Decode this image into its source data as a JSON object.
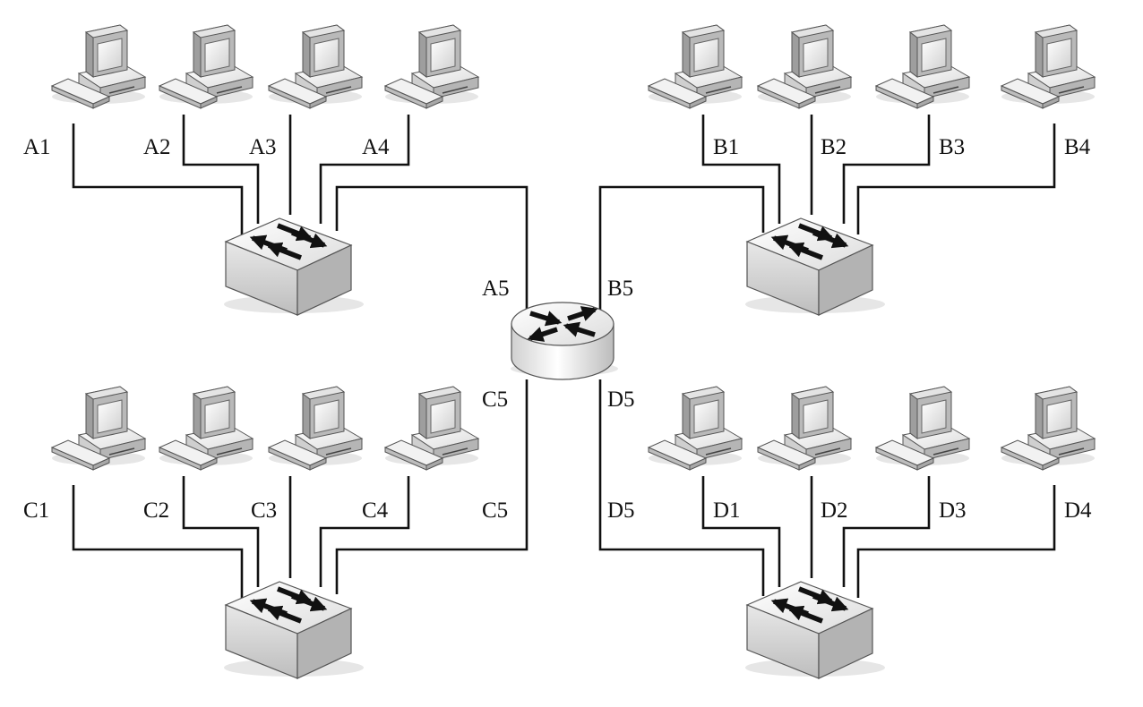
{
  "diagram": {
    "groups": {
      "A": {
        "pc_labels": [
          "A1",
          "A2",
          "A3",
          "A4"
        ],
        "uplink_labels": [
          "A5"
        ]
      },
      "B": {
        "pc_labels": [
          "B1",
          "B2",
          "B3",
          "B4"
        ],
        "uplink_labels": [
          "B5"
        ]
      },
      "C": {
        "pc_labels": [
          "C1",
          "C2",
          "C3",
          "C4"
        ],
        "uplink_labels": [
          "C5",
          "C5"
        ]
      },
      "D": {
        "pc_labels": [
          "D1",
          "D2",
          "D3",
          "D4"
        ],
        "uplink_labels": [
          "D5",
          "D5"
        ]
      }
    },
    "node_icons": {
      "computer": "desktop-computer-icon",
      "switch": "network-switch-icon",
      "router": "router-icon"
    },
    "colors": {
      "line": "#111111",
      "device_light": "#f4f4f4",
      "device_mid": "#d6d6d6",
      "device_dark": "#a9a9a9"
    }
  }
}
